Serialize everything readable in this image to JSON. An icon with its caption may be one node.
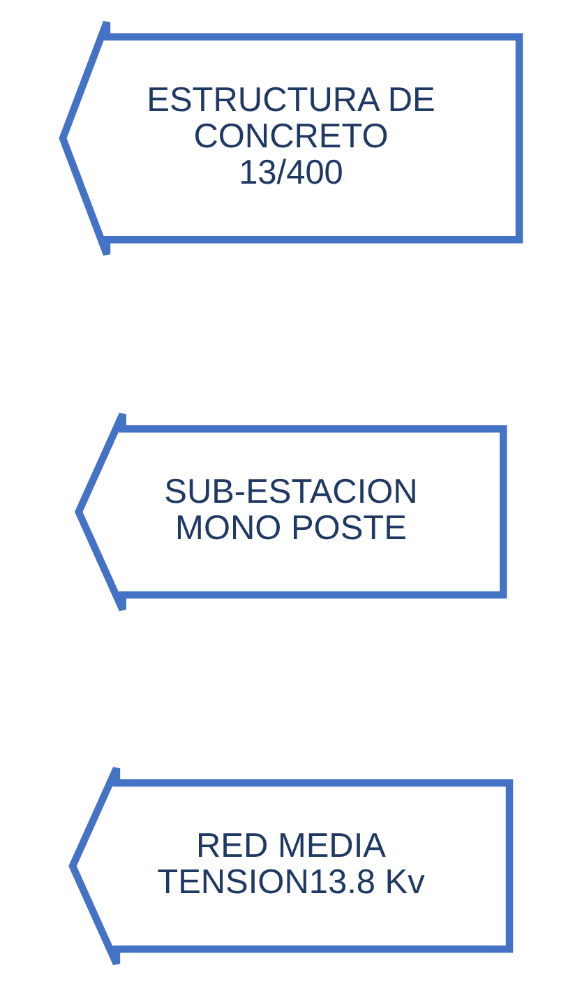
{
  "diagram": {
    "nodes": [
      {
        "text": [
          "RED MEDIA TENSION13.8 Kv"
        ]
      },
      {
        "text": [
          "SUB-ESTACION MONO POSTE"
        ]
      },
      {
        "text": [
          "ESTRUCTURA DE CONCRETO 13/400"
        ]
      }
    ]
  }
}
